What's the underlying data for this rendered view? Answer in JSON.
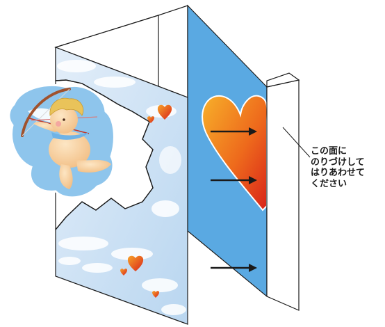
{
  "instruction": {
    "lines": [
      "この面に",
      "のりづけして",
      "はりあわせて",
      "ください"
    ]
  },
  "colors": {
    "sky_blue_panel": "#5aa9e2",
    "cloud_panel": "#cfe3f4",
    "cloud_wisp": "#ffffff",
    "heart_orange": "#f39a1e",
    "heart_red": "#d8231a",
    "outline": "#1a1a1a",
    "cupid_skin": "#f8d3a0",
    "cupid_hair": "#e9c35a",
    "cupid_halo": "#8ec5ec",
    "cupid_bow": "#a0522d"
  },
  "icons": {
    "arrows": "right-arrow-icon",
    "heart": "heart-icon",
    "character": "cupid-illustration"
  }
}
